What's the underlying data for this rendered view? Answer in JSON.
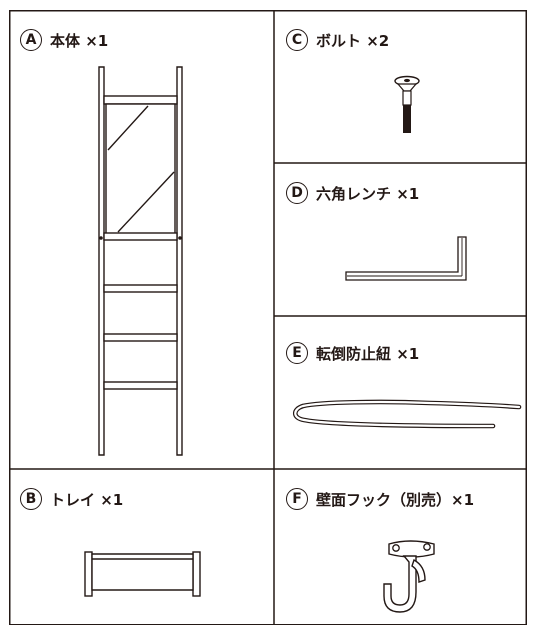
{
  "parts": [
    {
      "letter": "A",
      "name": "本体 ×1"
    },
    {
      "letter": "B",
      "name": "トレイ ×1"
    },
    {
      "letter": "C",
      "name": "ボルト ×2"
    },
    {
      "letter": "D",
      "name": "六角レンチ ×1"
    },
    {
      "letter": "E",
      "name": "転倒防止紐 ×1"
    },
    {
      "letter": "F",
      "name": "壁面フック（別売）×1"
    }
  ]
}
